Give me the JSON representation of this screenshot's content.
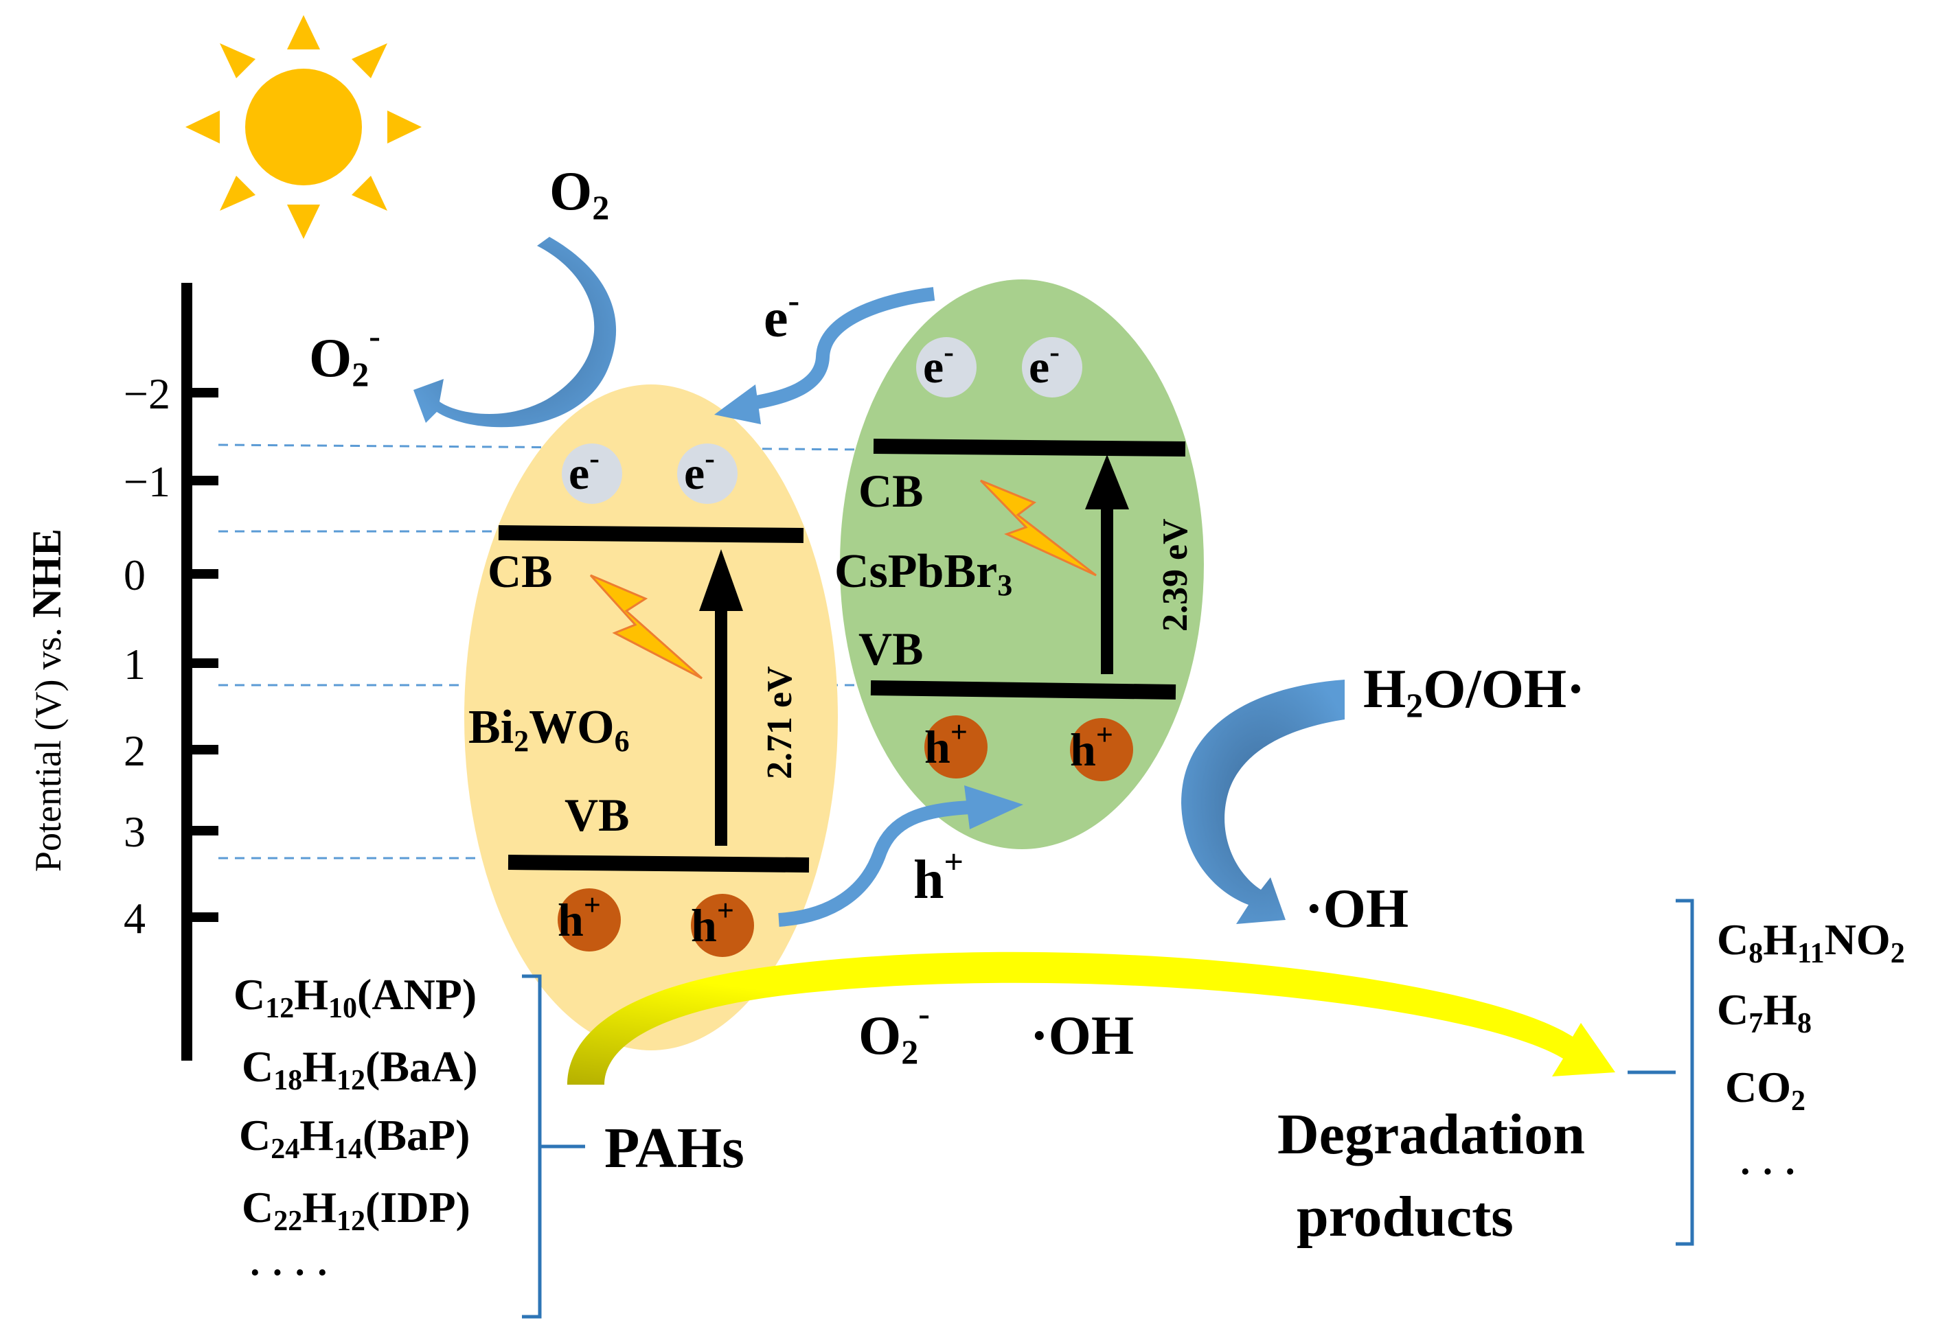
{
  "axis": {
    "label_main": "Potential (V)",
    "label_vs": "vs.",
    "label_ref": "NHE",
    "ticks": [
      "−2",
      "−1",
      "0",
      "1",
      "2",
      "3",
      "4"
    ]
  },
  "bi2wo6": {
    "name_a": "Bi",
    "name_sub2": "2",
    "name_b": "WO",
    "name_sub6": "6",
    "cb_label": "CB",
    "vb_label": "VB",
    "band_gap": "2.71 eV",
    "electron": "e",
    "electron_sup": "-",
    "hole": "h",
    "hole_sup": "+"
  },
  "cspbbr3": {
    "name": "CsPbBr",
    "name_sub": "3",
    "cb_label": "CB",
    "vb_label": "VB",
    "band_gap": "2.39 eV",
    "electron": "e",
    "electron_sup": "-",
    "hole": "h",
    "hole_sup": "+"
  },
  "species": {
    "o2": "O",
    "o2_sub": "2",
    "o2_radical": "O",
    "o2_radical_sub": "2",
    "o2_radical_sup": "-",
    "electron_transfer": "e",
    "electron_transfer_sup": "-",
    "hole_transfer": "h",
    "hole_transfer_sup": "+",
    "water": "H",
    "water_sub": "2",
    "water_rest": "O/OH·",
    "oh_radical": "·OH",
    "mid_o2": "O",
    "mid_o2_sub": "2",
    "mid_o2_sup": "-",
    "mid_oh": "·OH"
  },
  "pahs": {
    "label": "PAHs",
    "items": [
      {
        "c": "12",
        "h": "10",
        "abbr": "(ANP)"
      },
      {
        "c": "18",
        "h": "12",
        "abbr": "(BaA)"
      },
      {
        "c": "24",
        "h": "14",
        "abbr": "(BaP)"
      },
      {
        "c": "22",
        "h": "12",
        "abbr": "(IDP)"
      }
    ],
    "ellipsis": "· · · ·"
  },
  "products": {
    "label_line1": "Degradation",
    "label_line2": "products",
    "p1_a": "C",
    "p1_s1": "8",
    "p1_b": "H",
    "p1_s2": "11",
    "p1_c": "NO",
    "p1_s3": "2",
    "p2_a": "C",
    "p2_s1": "7",
    "p2_b": "H",
    "p2_s2": "8",
    "p3_a": "CO",
    "p3_s1": "2",
    "ellipsis": "· · ·"
  },
  "colors": {
    "bi2wo6_fill": "#fde49c",
    "cspbbr3_fill": "#a8d08d",
    "hole_fill": "#c55a11",
    "electron_fill": "#d6dce4",
    "arrow_blue": "#5b9bd5",
    "arrow_yellow": "#ffff00",
    "sun": "#ffc000",
    "bracket": "#2e75b6"
  }
}
